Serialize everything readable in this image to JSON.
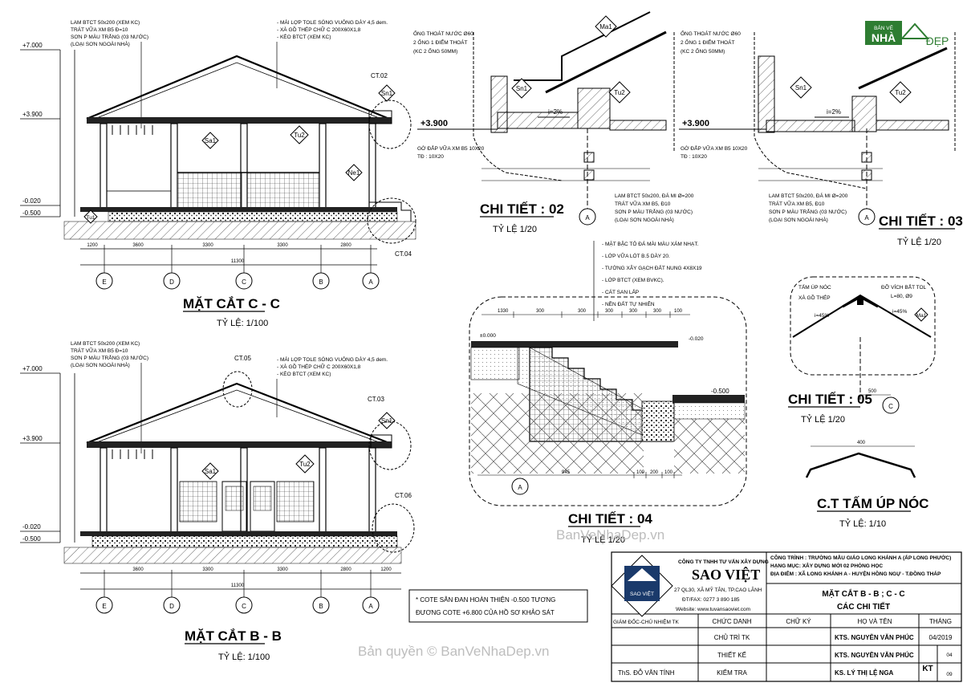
{
  "logo": {
    "line1": "BẢN VẼ",
    "line2": "NHÀ",
    "line3": "ĐẸP"
  },
  "section_cc": {
    "title": "MẶT CẮT C - C",
    "scale": "TỶ LỆ: 1/100",
    "elev_top": "+7.000",
    "elev_mid": "+3.900",
    "elev_low": "-0.020",
    "elev_ground": "-0.500",
    "note_left": [
      "LAM BTCT 50x200 (XEM KC)",
      "TRÁT VỮA XM B5 Đ=10",
      "SƠN P MÀU TRẮNG (03 NƯỚC)",
      "(LOẠI SƠN NGOÀI NHÀ)"
    ],
    "note_right": [
      "- MÁI LỢP TOLE SÓNG VUÔNG DÀY 4,5 dem.",
      "- XÀ GỒ THÉP CHỮ C 200X60X1,8",
      "- KÈO BTCT (XEM KC)"
    ],
    "tags": [
      "Sa1",
      "Tu2",
      "Ne1",
      "Sn1",
      "Tu1"
    ],
    "callouts": [
      "CT.02",
      "CT.04"
    ],
    "dims": [
      "1200",
      "3600",
      "3300",
      "3300",
      "2800",
      "11300"
    ],
    "grid": [
      "E",
      "D",
      "C",
      "B",
      "A"
    ]
  },
  "section_bb": {
    "title": "MẶT CẮT B - B",
    "scale": "TỶ LỆ: 1/100",
    "elev_top": "+7.000",
    "elev_mid": "+3.900",
    "elev_low": "-0.020",
    "elev_ground": "-0.500",
    "note_left": [
      "LAM BTCT 50x200 (XEM KC)",
      "TRÁT VỮA XM B5 Đ=10",
      "SƠN P MÀU TRẮNG (03 NƯỚC)",
      "(LOẠI SƠN NGOÀI NHÀ)"
    ],
    "note_right": [
      "- MÁI LỢP TOLE SÓNG VUÔNG DÀY 4,5 dem.",
      "- XÀ GỒ THÉP CHỮ C 200X60X1,8",
      "- KÈO BTCT (XEM KC)"
    ],
    "tags": [
      "Sa1",
      "Tu2",
      "Sn1"
    ],
    "callouts": [
      "CT.05",
      "CT.03",
      "CT.06"
    ],
    "dims": [
      "3600",
      "3300",
      "3300",
      "2800",
      "1200",
      "11300"
    ],
    "grid": [
      "E",
      "D",
      "C",
      "B",
      "A"
    ]
  },
  "note_box": {
    "line1": "* COTE SÂN ĐAN HOÀN THIỆN -0.500 TƯƠNG",
    "line2": "ĐƯƠNG COTE +6.800 CỦA HỒ SƠ KHẢO SÁT"
  },
  "detail02": {
    "title": "CHI TIẾT : 02",
    "scale": "TỶ LỆ 1/20",
    "elev": "+3.900",
    "slope": "i=2%",
    "notes_top": [
      "ỐNG THOÁT NƯỚC Ø60",
      "2 ỐNG 1 ĐIỂM THOÁT",
      "(KC 2 ỐNG 50MM)"
    ],
    "note_mid": [
      "GỜ ĐẮP VỮA XM B5 10X20",
      "TĐ : 10X20"
    ],
    "notes_bottom": [
      "LAM BTCT 50x200, ĐÁ MI Ø=200",
      "TRÁT VỮA XM B5, Đ10",
      "SƠN P MÀU TRẮNG (03 NƯỚC)",
      "(LOẠI SƠN NGOÀI NHÀ)"
    ],
    "tags": [
      "Ma1",
      "Sn1",
      "Tu2"
    ]
  },
  "detail03": {
    "title": "CHI TIẾT : 03",
    "scale": "TỶ LỆ 1/20",
    "elev": "+3.900",
    "slope": "i=2%",
    "notes_top": [
      "ỐNG THOÁT NƯỚC Ø60",
      "2 ỐNG 1 ĐIỂM THOÁT",
      "(KC 2 ỐNG 50MM)"
    ],
    "note_mid": [
      "GỜ ĐẮP VỮA XM B5 10X20",
      "TĐ : 10X20"
    ],
    "notes_bottom": [
      "LAM BTCT 50x200, ĐÁ MI Ø=200",
      "TRÁT VỮA XM B5, Đ10",
      "SƠN P MÀU TRẮNG (03 NƯỚC)",
      "(LOẠI SƠN NGOÀI NHÀ)"
    ],
    "tags": [
      "Sn1",
      "Tu2"
    ]
  },
  "detail04": {
    "title": "CHI TIẾT : 04",
    "scale": "TỶ LỆ 1/20",
    "layers": [
      "- MẶT BẬC TÔ ĐÁ MÀI MÀU XÁM NHẠT.",
      "- LỚP VỮA LÓT B.5 DÀY 20.",
      "- TƯỜNG XÂY GẠCH ĐẤT NUNG 4X8X19",
      "- LỚP BTCT (XEM BVKC).",
      "- CÁT SAN LẤP",
      "- NỀN ĐẤT TỰ NHIÊN"
    ],
    "elev_left": "±0.000",
    "elev_right": "-0.020",
    "elev_low": "-0.500",
    "dims_top": [
      "1330",
      "300",
      "300",
      "300",
      "300",
      "300",
      "100"
    ],
    "dims_bottom": [
      "945",
      "100",
      "200",
      "100"
    ]
  },
  "detail05": {
    "title": "CHI TIẾT : 05",
    "scale": "TỶ LỆ 1/20",
    "labels": [
      "TẤM ÚP NÓC",
      "XÀ GỒ THÉP",
      "ĐỠ VÍCH BẮT TOL",
      "L=80, Ø9",
      "i=45%",
      "i=45%",
      "Ma1"
    ],
    "dim": "500"
  },
  "ridge": {
    "title": "C.T TẤM ÚP NÓC",
    "scale": "TỶ LỆ: 1/10",
    "dim": "400"
  },
  "title_block": {
    "company": "CÔNG TY TNHH TƯ VẤN XÂY DỰNG",
    "brand": "SAO VIỆT",
    "address": "27 QL30, XÃ MỸ TÂN, TP.CAO LÃNH",
    "phone": "ĐT/FAX: 0277 3 890 185",
    "website": "Website: www.tuvansaoviet.com",
    "logo_text": "SAO VIỆT",
    "project_lines": [
      "CÔNG TRÌNH : TRƯỜNG MẪU GIÁO LONG KHÁNH A (ẤP LONG PHƯỚC)",
      "HẠNG MỤC: XÂY DỰNG MỚI 02 PHÒNG HỌC",
      "ĐỊA ĐIỂM : XÃ LONG KHÁNH A - HUYỆN HỒNG NGỰ - T.ĐỒNG THÁP"
    ],
    "drawing_title_1": "MẶT CẮT B - B ; C - C",
    "drawing_title_2": "CÁC CHI TIẾT",
    "headers": [
      "GIÁM ĐỐC-CHỦ NHIỆM TK",
      "CHỨC DANH",
      "CHỮ KÝ",
      "HỌ VÀ TÊN",
      "THÁNG"
    ],
    "rows": [
      {
        "left": "",
        "role": "CHỦ TRÌ TK",
        "name": "KTS. NGUYỄN VĂN PHÚC",
        "month": "04/2019"
      },
      {
        "left": "",
        "role": "THIẾT KẾ",
        "name": "KTS. NGUYỄN VĂN PHÚC",
        "month": "04"
      },
      {
        "left": "ThS. ĐỖ VĂN TÍNH",
        "role": "KIỂM TRA",
        "name": "KS. LÝ THỊ LỆ NGA",
        "month": "09"
      }
    ],
    "sheet_code": "KT"
  },
  "watermarks": [
    "BanVeNhaDep.vn",
    "Bản quyền © BanVeNhaDep.vn"
  ]
}
